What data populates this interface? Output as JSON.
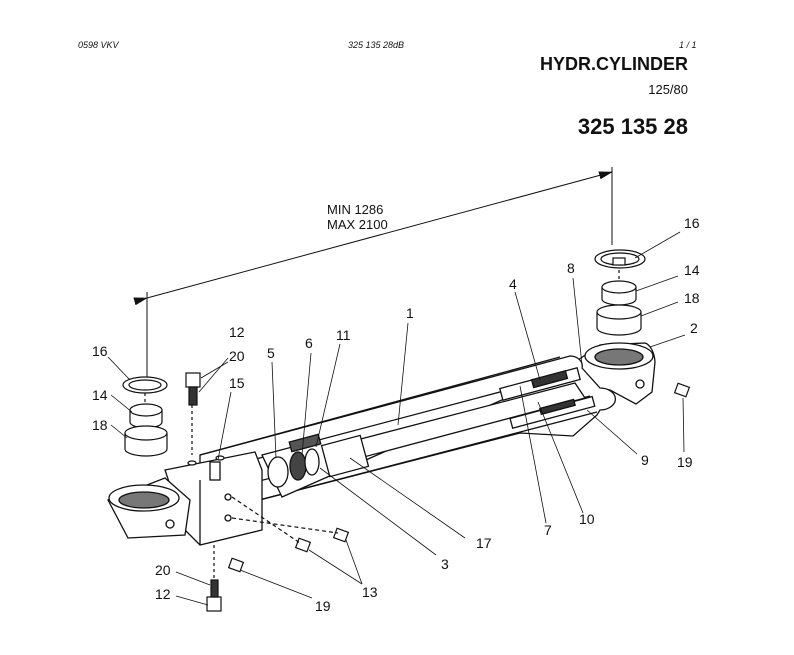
{
  "header": {
    "left": "0598  VKV",
    "center": "325 135 28dB",
    "right": "1 / 1",
    "title": "HYDR.CYLINDER",
    "size": "125/80",
    "part_number": "325 135 28"
  },
  "dimension": {
    "min_label": "MIN  1286",
    "max_label": "MAX 2100"
  },
  "callouts": {
    "c16_top": "16",
    "c14_top": "14",
    "c18_top": "18",
    "c2": "2",
    "c8": "8",
    "c4": "4",
    "c1": "1",
    "c11": "11",
    "c6": "6",
    "c5": "5",
    "c12_top": "12",
    "c20_top": "20",
    "c15": "15",
    "c16_left": "16",
    "c14_left": "14",
    "c18_left": "18",
    "c9": "9",
    "c19_right": "19",
    "c10": "10",
    "c7": "7",
    "c17": "17",
    "c3": "3",
    "c13": "13",
    "c19_bottom": "19",
    "c20_bottom": "20",
    "c12_bottom": "12"
  }
}
